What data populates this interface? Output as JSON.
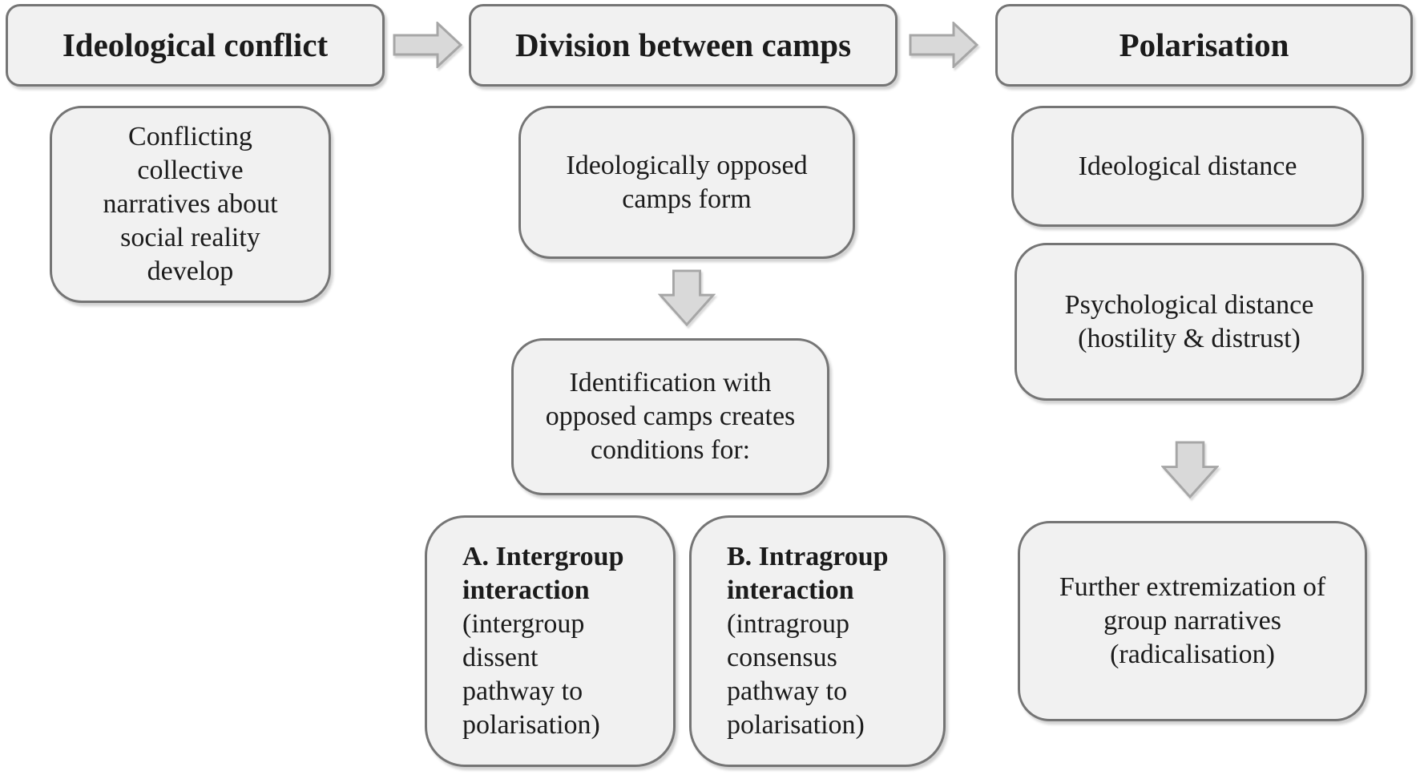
{
  "figure": {
    "title_implicit": "Polarisation process flow diagram",
    "headers": {
      "col1": "Ideological conflict",
      "col2": "Division between camps",
      "col3": "Polarisation"
    },
    "col1": {
      "box1": "Conflicting\ncollective\nnarratives about\nsocial reality\ndevelop"
    },
    "col2": {
      "box1": "Ideologically opposed\ncamps form",
      "box2": "Identification with\nopposed camps creates\nconditions for:",
      "boxA_title": "A. Intergroup\ninteraction",
      "boxA_body": "(intergroup\ndissent\npathway to\npolarisation)",
      "boxB_title": "B. Intragroup\ninteraction",
      "boxB_body": "(intragroup\nconsensus\npathway to\npolarisation)"
    },
    "col3": {
      "box1": "Ideological distance",
      "box2": "Psychological distance\n(hostility & distrust)",
      "box3": "Further extremization of\ngroup narratives\n(radicalisation)"
    },
    "icons": [
      "arrow-right-icon",
      "arrow-right-icon",
      "arrow-down-icon",
      "arrow-down-icon"
    ],
    "colors": {
      "box_fill": "#f1f1f1",
      "box_border": "#757575",
      "arrow_fill": "#d9d9d9",
      "arrow_border": "#a6a6a6",
      "text": "#1b1b1b",
      "background": "#ffffff"
    }
  }
}
